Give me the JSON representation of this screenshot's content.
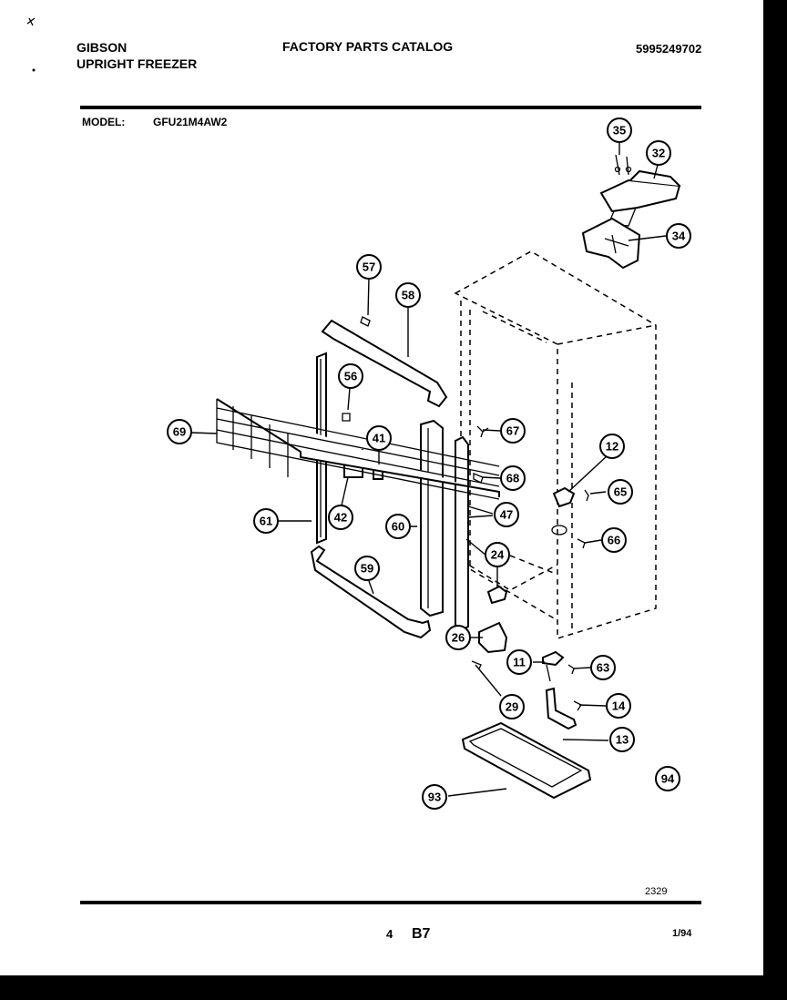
{
  "header": {
    "brand": "GIBSON",
    "product": "UPRIGHT FREEZER",
    "catalog_title": "FACTORY PARTS CATALOG",
    "document_number": "5995249702"
  },
  "model": {
    "label": "MODEL:",
    "value": "GFU21M4AW2"
  },
  "callouts": [
    "35",
    "32",
    "34",
    "57",
    "58",
    "56",
    "41",
    "69",
    "42",
    "61",
    "67",
    "68",
    "12",
    "65",
    "47",
    "60",
    "66",
    "24",
    "59",
    "26",
    "11",
    "63",
    "29",
    "14",
    "13",
    "93",
    "94"
  ],
  "footer": {
    "figure_number": "2329",
    "page_number": "4",
    "section": "B7",
    "date": "1/94"
  }
}
